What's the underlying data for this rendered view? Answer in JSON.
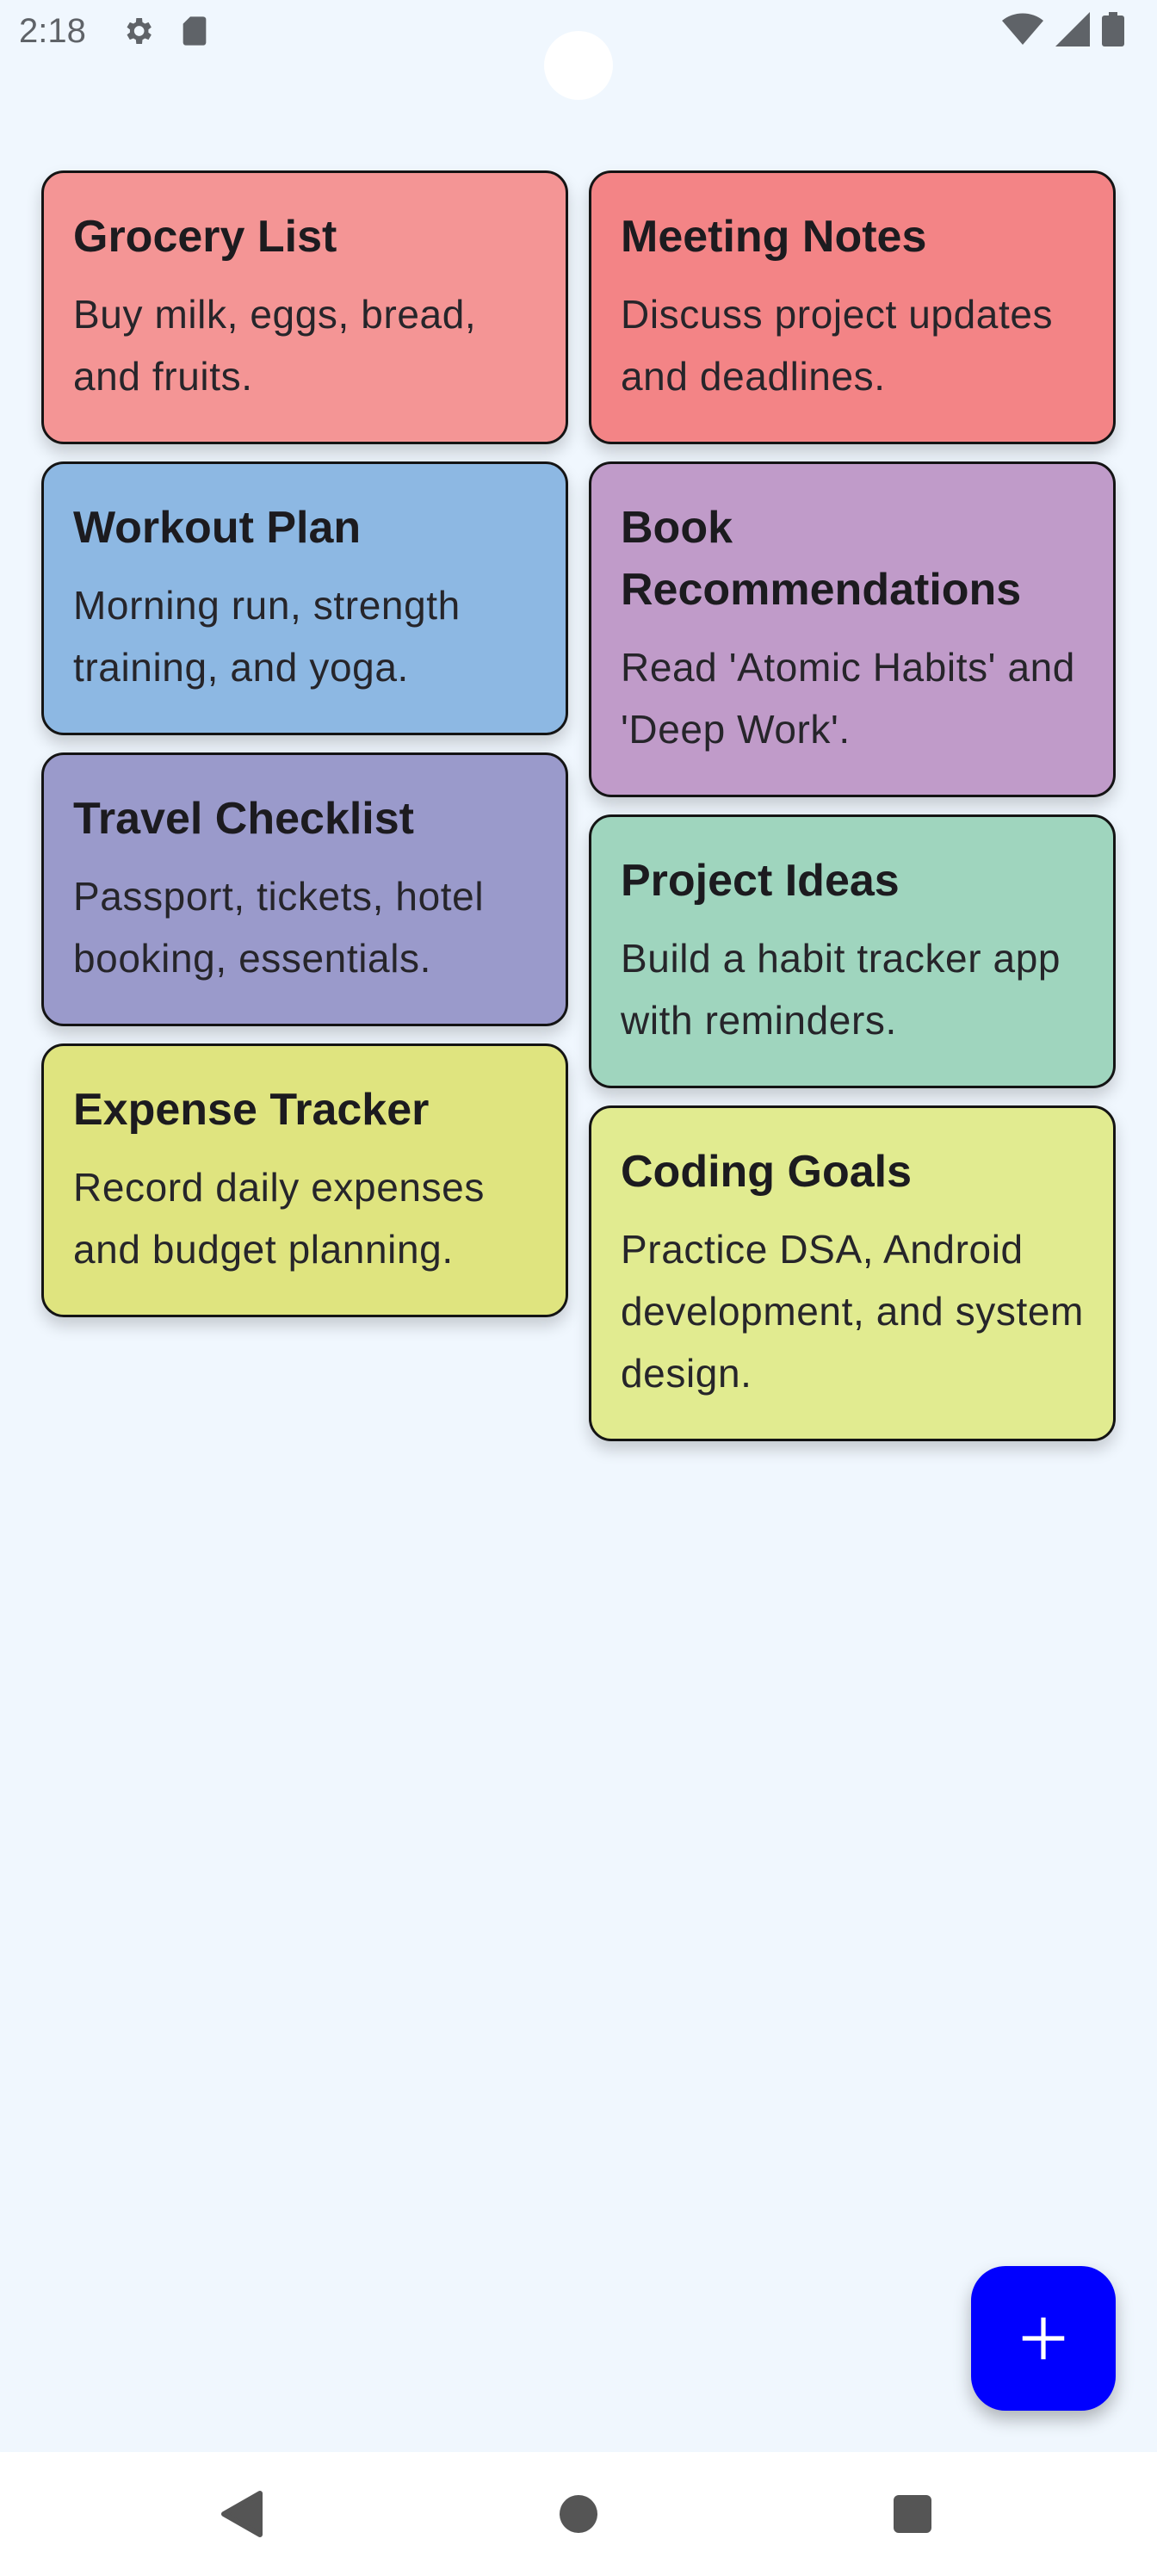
{
  "status_bar": {
    "time": "2:18",
    "icons_left": [
      "gear-icon",
      "sd-card-icon"
    ],
    "icons_right": [
      "wifi-icon",
      "signal-icon",
      "battery-icon"
    ]
  },
  "notes": {
    "left": [
      {
        "title": "Grocery List",
        "body": "Buy milk, eggs, bread, and fruits.",
        "color": "#f49595"
      },
      {
        "title": "Workout Plan",
        "body": "Morning run, strength training, and yoga.",
        "color": "#8db8e3"
      },
      {
        "title": "Travel Checklist",
        "body": "Passport, tickets, hotel booking, essentials.",
        "color": "#9a9acb"
      },
      {
        "title": "Expense Tracker",
        "body": "Record daily expenses and budget planning.",
        "color": "#dfe47f"
      }
    ],
    "right": [
      {
        "title": "Meeting Notes",
        "body": "Discuss project updates and deadlines.",
        "color": "#f38486"
      },
      {
        "title": "Book Recommendations",
        "body": "Read 'Atomic Habits' and 'Deep Work'.",
        "color": "#c09bc9"
      },
      {
        "title": "Project Ideas",
        "body": "Build a habit tracker app with reminders.",
        "color": "#9fd5be"
      },
      {
        "title": "Coding Goals",
        "body": "Practice DSA, Android development, and system design.",
        "color": "#e1eb90"
      }
    ]
  },
  "fab": {
    "icon": "plus-icon",
    "color": "#0000ff"
  },
  "nav_bar": {
    "buttons": [
      "back-icon",
      "home-icon",
      "recents-icon"
    ]
  }
}
